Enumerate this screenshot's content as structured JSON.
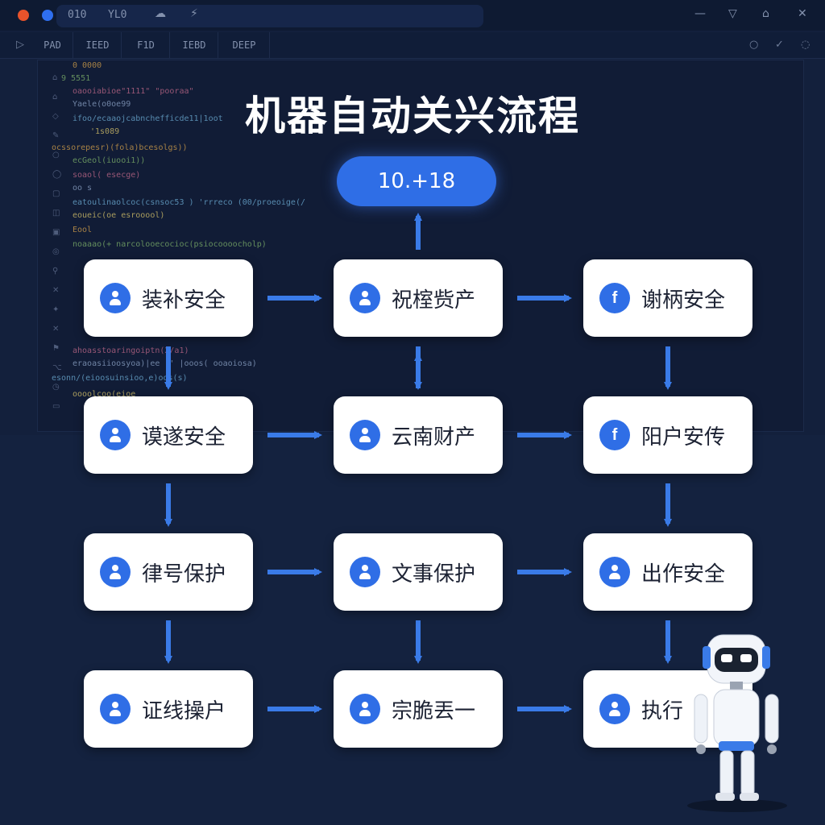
{
  "window": {
    "title_items": [
      "010",
      "YL0"
    ],
    "toolbar_tabs": [
      "PAD",
      "IEED",
      "F1D",
      "IEBD",
      "DEEP"
    ]
  },
  "editor": {
    "code_lines": [
      "0 0000",
      "9 5551",
      "oaooiabioe\"1111\" \"pooraa\"",
      "Yaele(o0oe99",
      "ifoo/ecaaojcabnchefficde11|1oot",
      "'1s089",
      "ocssorepesr)(fola)bcesolgs))",
      "ecGeol(iuooi1))",
      "soaol( esecge)",
      "oo s",
      "eatoulinaolcoc(csnsoc53  ) 'rrreco (00/proeoige(/",
      "eoueic(oe esrooool)",
      "Eool",
      "noaaao(+ narcolooecocioc(psiocoooocholp)",
      "ahoasstoaringoiptn(2/a1)",
      "eraoasiioosyoa)|ee  ''  |ooos( ooaoiosa)",
      "esonn/(eioosuinsioo,e)oos(s)",
      "oooolcoo(eioe"
    ]
  },
  "diagram": {
    "title": "机器自动关兴流程",
    "start_label": "10.+18",
    "nodes": [
      {
        "label": "装补安全",
        "icon": "user-icon"
      },
      {
        "label": "祝榁赀产",
        "icon": "user-icon"
      },
      {
        "label": "谢柄安全",
        "icon": "facebook-icon"
      },
      {
        "label": "谟遂安全",
        "icon": "user-icon"
      },
      {
        "label": "云南财产",
        "icon": "user-icon"
      },
      {
        "label": "阳户安传",
        "icon": "facebook-icon"
      },
      {
        "label": "律号保护",
        "icon": "user-icon"
      },
      {
        "label": "文事保护",
        "icon": "user-icon"
      },
      {
        "label": "出作安全",
        "icon": "user-icon"
      },
      {
        "label": "证线操户",
        "icon": "user-icon"
      },
      {
        "label": "宗脆丟一",
        "icon": "user-icon"
      },
      {
        "label": "执行",
        "icon": "user-icon"
      }
    ],
    "edges": [
      [
        "n0",
        "n1"
      ],
      [
        "n1",
        "n2"
      ],
      [
        "n3",
        "n4"
      ],
      [
        "n4",
        "n5"
      ],
      [
        "n6",
        "n7"
      ],
      [
        "n7",
        "n8"
      ],
      [
        "n9",
        "n10"
      ],
      [
        "n10",
        "n11"
      ],
      [
        "n0",
        "n3"
      ],
      [
        "n3",
        "n6"
      ],
      [
        "n6",
        "n9"
      ],
      [
        "n1",
        "n4"
      ],
      [
        "n4",
        "n1"
      ],
      [
        "n7",
        "n10"
      ],
      [
        "n1",
        "start"
      ],
      [
        "n2",
        "n5"
      ],
      [
        "n5",
        "n8"
      ],
      [
        "n8",
        "n11"
      ]
    ],
    "colors": {
      "accent": "#2f6ee6",
      "arrow": "#3a7be8",
      "node_bg": "#ffffff"
    }
  }
}
